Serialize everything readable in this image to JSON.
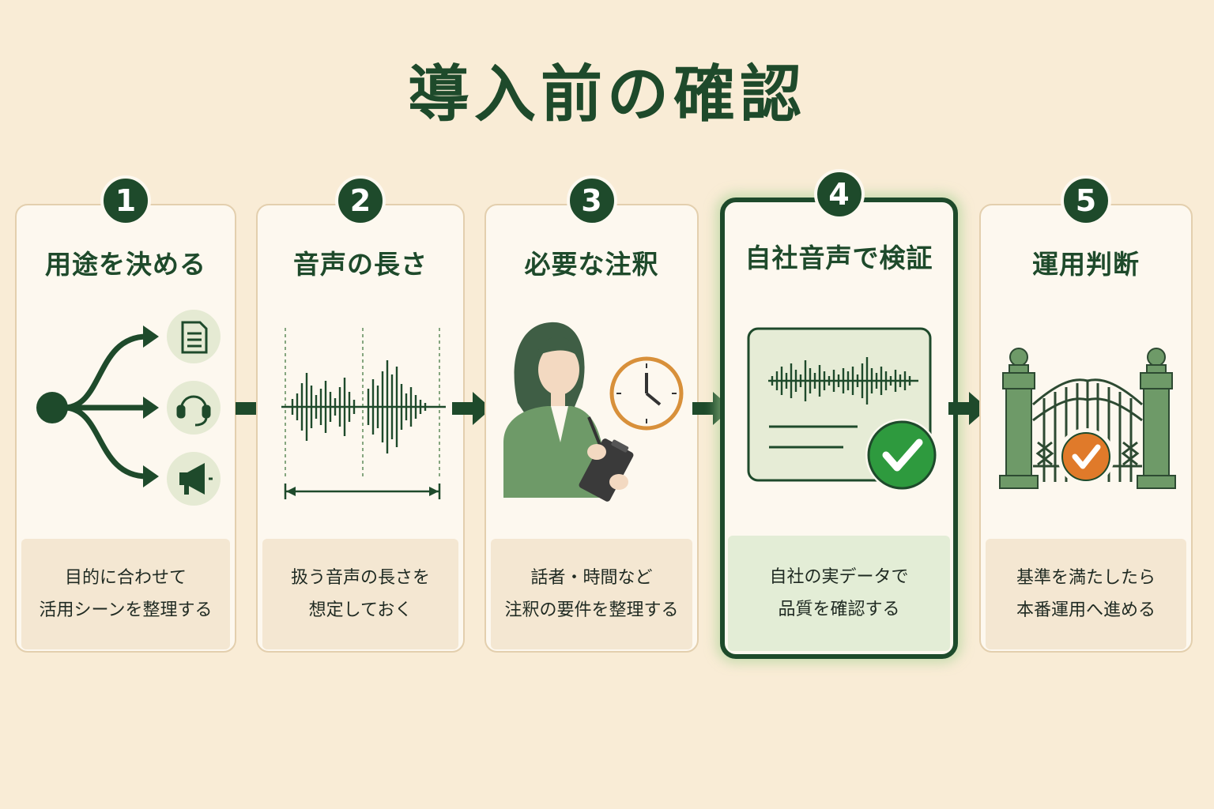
{
  "title": "導入前の確認",
  "steps": [
    {
      "number": "1",
      "title": "用途を決める",
      "desc_line1": "目的に合わせて",
      "desc_line2": "活用シーンを整理する"
    },
    {
      "number": "2",
      "title": "音声の長さ",
      "desc_line1": "扱う音声の長さを",
      "desc_line2": "想定しておく"
    },
    {
      "number": "3",
      "title": "必要な注釈",
      "desc_line1": "話者・時間など",
      "desc_line2": "注釈の要件を整理する"
    },
    {
      "number": "4",
      "title": "自社音声で検証",
      "desc_line1": "自社の実データで",
      "desc_line2": "品質を確認する",
      "highlighted": true
    },
    {
      "number": "5",
      "title": "運用判断",
      "desc_line1": "基準を満たしたら",
      "desc_line2": "本番運用へ進める"
    }
  ],
  "colors": {
    "background": "#f9ecd6",
    "primary_green": "#1e4a2b",
    "light_green": "#5e8a5a",
    "check_green": "#2e9a3e",
    "check_orange": "#e07a2a",
    "clock_orange": "#d8903a"
  }
}
